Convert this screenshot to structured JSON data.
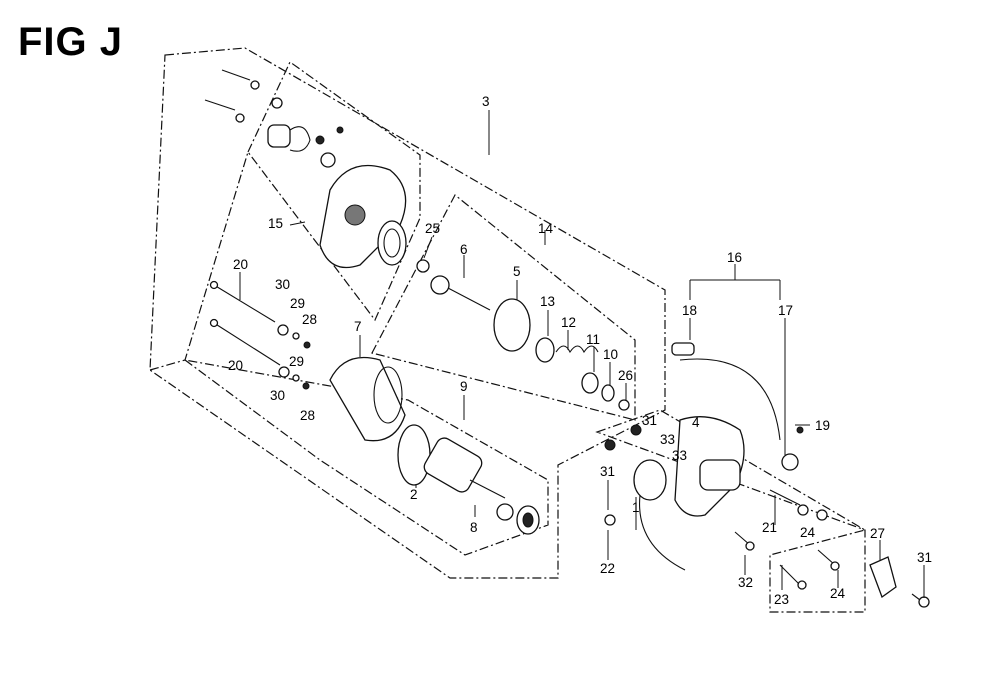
{
  "figure": {
    "title": "FIG J"
  },
  "callouts": [
    "3",
    "15",
    "25",
    "14",
    "6",
    "5",
    "13",
    "12",
    "11",
    "10",
    "26",
    "20",
    "30",
    "29",
    "28",
    "7",
    "9",
    "2",
    "8",
    "16",
    "18",
    "17",
    "19",
    "31",
    "4",
    "33",
    "1",
    "22",
    "21",
    "24",
    "32",
    "27",
    "23"
  ],
  "colors": {
    "ink": "#111111",
    "background": "#ffffff"
  }
}
